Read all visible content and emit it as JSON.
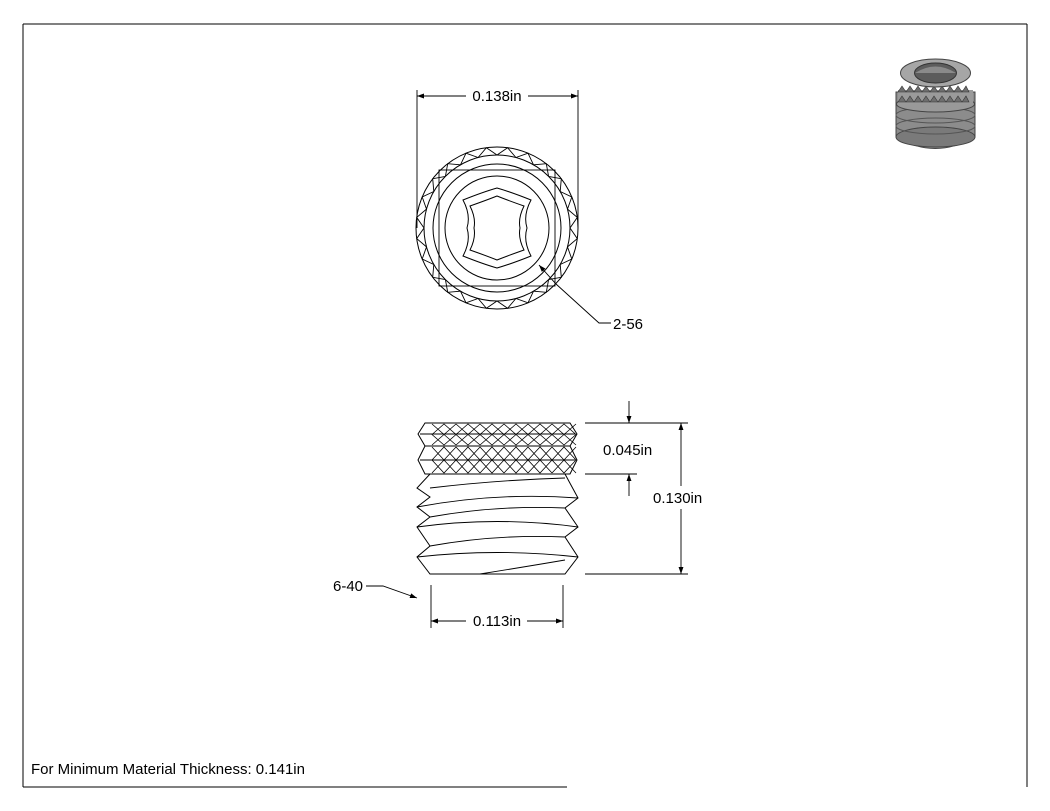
{
  "drawing": {
    "dimensions": {
      "outer_diameter": "0.138in",
      "inner_thread": "2-56",
      "knurl_height": "0.045in",
      "total_height": "0.130in",
      "outer_thread": "6-40",
      "thread_diameter": "0.113in"
    },
    "footer_note": "For Minimum Material Thickness: 0.141in"
  },
  "colors": {
    "line": "#000000",
    "part_fill": "#ffffff",
    "iso_fill": "#8c8c8c"
  }
}
